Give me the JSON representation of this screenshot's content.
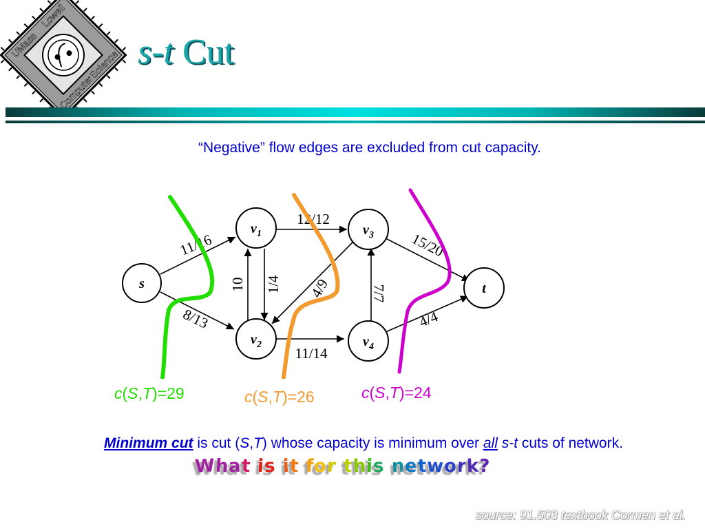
{
  "logo": {
    "top_text": "UMass",
    "top_text_2": "Lowell",
    "bottom_text": "Computer",
    "bottom_text_2": "Science"
  },
  "title": {
    "variable": "s-t",
    "word": "Cut"
  },
  "subtitle": "“Negative” flow edges are excluded from cut capacity.",
  "network": {
    "nodes": [
      {
        "id": "s",
        "label": "s"
      },
      {
        "id": "v1",
        "label": "v",
        "subscript": "1"
      },
      {
        "id": "v2",
        "label": "v",
        "subscript": "2"
      },
      {
        "id": "v3",
        "label": "v",
        "subscript": "3"
      },
      {
        "id": "v4",
        "label": "v",
        "subscript": "4"
      },
      {
        "id": "t",
        "label": "t"
      }
    ],
    "edges": [
      {
        "from": "s",
        "to": "v1",
        "label": "11/16"
      },
      {
        "from": "s",
        "to": "v2",
        "label": "8/13"
      },
      {
        "from": "v2",
        "to": "v1",
        "label": "10"
      },
      {
        "from": "v1",
        "to": "v2",
        "label": "1/4"
      },
      {
        "from": "v1",
        "to": "v3",
        "label": "12/12"
      },
      {
        "from": "v3",
        "to": "v2",
        "label": "4/9"
      },
      {
        "from": "v2",
        "to": "v4",
        "label": "11/14"
      },
      {
        "from": "v4",
        "to": "v3",
        "label": "7/7"
      },
      {
        "from": "v3",
        "to": "t",
        "label": "15/20"
      },
      {
        "from": "v4",
        "to": "t",
        "label": "4/4"
      }
    ]
  },
  "cuts": [
    {
      "color": "#22dd00",
      "letter": "c",
      "set_s": "S",
      "set_t": "T",
      "value": "=29"
    },
    {
      "color": "#f39a2f",
      "letter": "c",
      "set_s": "S",
      "set_t": "T",
      "value": "=26"
    },
    {
      "color": "#cc00cc",
      "letter": "c",
      "set_s": "S",
      "set_t": "T",
      "value": "=24"
    }
  ],
  "definition": {
    "term": "Minimum cut",
    "part1": " is cut (",
    "set_s": "S",
    "comma": ",",
    "set_t": "T",
    "part2": ") whose capacity is minimum over ",
    "emph": "all",
    "part3": " ",
    "st": "s-t",
    "part4": " cuts of network."
  },
  "question": {
    "letters": [
      {
        "ch": "W",
        "color": "#a020a0"
      },
      {
        "ch": "h",
        "color": "#a020a0"
      },
      {
        "ch": "a",
        "color": "#a020a0"
      },
      {
        "ch": "t",
        "color": "#d01a6a"
      },
      {
        "ch": " ",
        "color": "#000000"
      },
      {
        "ch": "i",
        "color": "#e0201a"
      },
      {
        "ch": "s",
        "color": "#e0201a"
      },
      {
        "ch": " ",
        "color": "#000000"
      },
      {
        "ch": "i",
        "color": "#f05a10"
      },
      {
        "ch": "t",
        "color": "#f07a10"
      },
      {
        "ch": " ",
        "color": "#000000"
      },
      {
        "ch": "f",
        "color": "#f0a010"
      },
      {
        "ch": "o",
        "color": "#f0c010"
      },
      {
        "ch": "r",
        "color": "#d8c800"
      },
      {
        "ch": " ",
        "color": "#000000"
      },
      {
        "ch": "t",
        "color": "#b8d000"
      },
      {
        "ch": "h",
        "color": "#88c800"
      },
      {
        "ch": "i",
        "color": "#40b820"
      },
      {
        "ch": "s",
        "color": "#20a860"
      },
      {
        "ch": " ",
        "color": "#000000"
      },
      {
        "ch": "n",
        "color": "#1090a0"
      },
      {
        "ch": "e",
        "color": "#1078c0"
      },
      {
        "ch": "t",
        "color": "#1060d0"
      },
      {
        "ch": "w",
        "color": "#2050d0"
      },
      {
        "ch": "o",
        "color": "#3040c8"
      },
      {
        "ch": "r",
        "color": "#4030c0"
      },
      {
        "ch": "k",
        "color": "#5028b8"
      },
      {
        "ch": "?",
        "color": "#6020b0"
      }
    ]
  },
  "source": "source: 91.503 textbook Cormen et al."
}
